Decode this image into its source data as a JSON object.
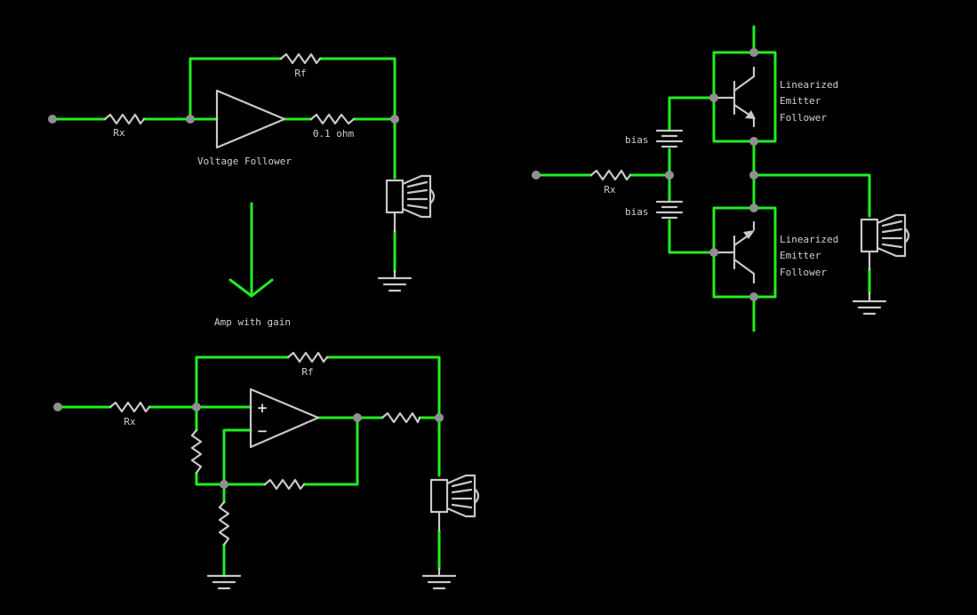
{
  "labels": {
    "rf_top": "Rf",
    "rx_top": "Rx",
    "ohm": "0.1 ohm",
    "voltage_follower": "Voltage Follower",
    "amp_with_gain": "Amp with gain",
    "rf_bottom": "Rf",
    "rx_bottom": "Rx",
    "plus": "+",
    "minus": "−",
    "rx_right": "Rx",
    "bias_upper": "bias",
    "bias_lower": "bias",
    "lef_upper_1": "Linearized",
    "lef_upper_2": "Emitter",
    "lef_upper_3": "Follower",
    "lef_lower_1": "Linearized",
    "lef_lower_2": "Emitter",
    "lef_lower_3": "Follower"
  },
  "colors": {
    "background": "#000000",
    "wire": "#22ee22",
    "component": "#c8c8c8",
    "node": "#909090",
    "text": "#d0d0d0"
  }
}
